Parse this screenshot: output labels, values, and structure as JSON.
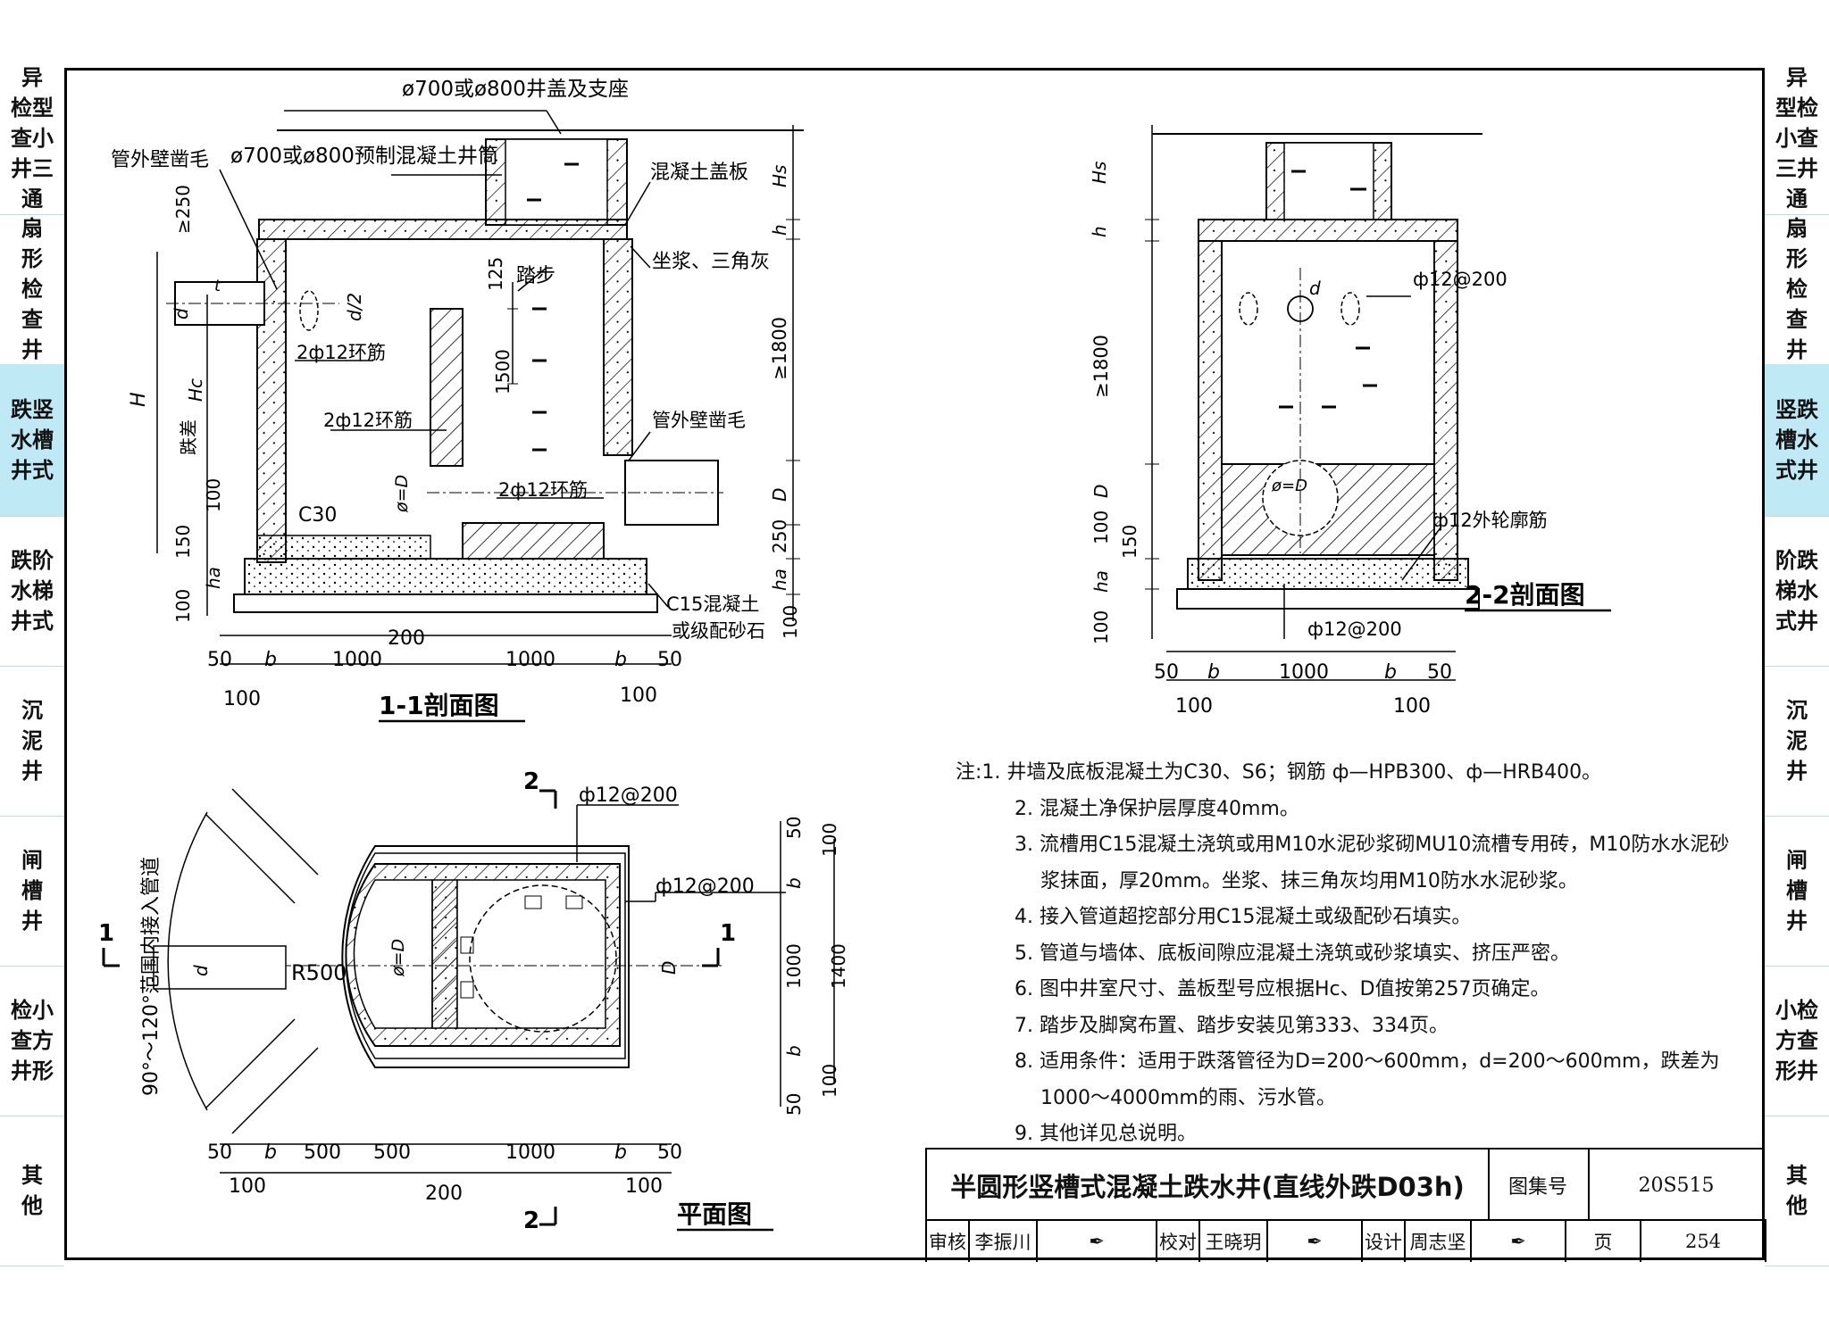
{
  "sidebar_left": [
    {
      "label": "异\n检型\n查小\n井三\n通",
      "active": false
    },
    {
      "label": "扇\n形\n检\n查\n井",
      "active": false
    },
    {
      "label": "跌竖\n水槽\n井式",
      "active": true
    },
    {
      "label": "跌阶\n水梯\n井式",
      "active": false
    },
    {
      "label": "沉\n泥\n井",
      "active": false
    },
    {
      "label": "闸\n槽\n井",
      "active": false
    },
    {
      "label": "检小\n查方\n井形",
      "active": false
    },
    {
      "label": "其\n他",
      "active": false
    }
  ],
  "sidebar_right": [
    {
      "label": "异\n型检\n小查\n三井\n通",
      "active": false
    },
    {
      "label": "扇\n形\n检\n查\n井",
      "active": false
    },
    {
      "label": "竖跌\n槽水\n式井",
      "active": true
    },
    {
      "label": "阶跌\n梯水\n式井",
      "active": false
    },
    {
      "label": "沉\n泥\n井",
      "active": false
    },
    {
      "label": "闸\n槽\n井",
      "active": false
    },
    {
      "label": "小检\n方查\n形井",
      "active": false
    },
    {
      "label": "其\n他",
      "active": false
    }
  ],
  "section_1_1": {
    "title": "1-1剖面图",
    "labels": {
      "cover": "ø700或ø800井盖及支座",
      "shaft": "ø700或ø800预制混凝土井筒",
      "chisel_left": "管外壁凿毛",
      "slab": "混凝土盖板",
      "step": "踏步",
      "mortar": "坐浆、三角灰",
      "ring1": "2ф12环筋",
      "ring2": "2ф12环筋",
      "ring3": "2ф12环筋",
      "chisel_right": "管外壁凿毛",
      "c30": "C30",
      "c15": "C15混凝土",
      "gravel": "或级配砂石",
      "H": "H",
      "drop": "跌差",
      "Hc": "Hc",
      "Hs": "Hs",
      "h": "h",
      "ha": "ha",
      "d": "d",
      "d2": "d/2",
      "phiD": "ø=D",
      "D": "D",
      "t": "t",
      "v250": "≥250",
      "v1800": "≥1800",
      "v125": "125",
      "v1500": "1500",
      "v100a": "100",
      "v150": "150",
      "v100b": "100",
      "v250b": "250",
      "v100c": "100"
    },
    "dims_top": [
      "50",
      "b",
      "1000",
      "200",
      "1000",
      "b",
      "50"
    ],
    "dims_bottom": [
      "100",
      "100"
    ]
  },
  "section_2_2": {
    "title": "2-2剖面图",
    "labels": {
      "Hs": "Hs",
      "h": "h",
      "v1800": "≥1800",
      "D": "D",
      "v100": "100",
      "v150": "150",
      "ha": "ha",
      "v100b": "100",
      "d": "d",
      "phiD": "ø=D",
      "rebar_top": "ф12@200",
      "rebar_outline": "ф12外轮廓筋",
      "rebar_bottom": "ф12@200"
    },
    "dims_top": [
      "50",
      "b",
      "1000",
      "b",
      "50"
    ],
    "dims_bottom": [
      "100",
      "100"
    ]
  },
  "plan": {
    "title": "平面图",
    "cut_2_top": "2",
    "cut_2_bottom": "2",
    "cut_1_left": "1",
    "cut_1_right": "1",
    "angle_note": "90°～120°范围内接入管道",
    "rebar1": "ф12@200",
    "rebar2": "ф12@200",
    "R": "R500",
    "d": "d",
    "phiD": "ø=D",
    "D": "D",
    "right_dims": [
      "50",
      "100",
      "b",
      "1000",
      "b",
      "100",
      "50"
    ],
    "right_total": "1400",
    "dims_top": [
      "50",
      "b",
      "500",
      "500",
      "1000",
      "b",
      "50"
    ],
    "dims_bottom": [
      "100",
      "200",
      "100"
    ]
  },
  "notes": {
    "head": "注:",
    "items": [
      "1. 井墙及底板混凝土为C30、S6；钢筋 ф—HPB300、ф—HRB400。",
      "2. 混凝土净保护层厚度40mm。",
      "3. 流槽用C15混凝土浇筑或用M10水泥砂浆砌MU10流槽专用砖，M10防水水泥砂",
      "浆抹面，厚20mm。坐浆、抹三角灰均用M10防水水泥砂浆。",
      "4. 接入管道超挖部分用C15混凝土或级配砂石填实。",
      "5. 管道与墙体、底板间隙应混凝土浇筑或砂浆填实、挤压严密。",
      "6. 图中井室尺寸、盖板型号应根据Hc、D值按第257页确定。",
      "7. 踏步及脚窝布置、踏步安装见第333、334页。",
      "8. 适用条件：适用于跌落管径为D=200～600mm，d=200～600mm，跌差为",
      "1000～4000mm的雨、污水管。",
      "9. 其他详见总说明。"
    ]
  },
  "title_block": {
    "title": "半圆形竖槽式混凝土跌水井(直线外跌D03h)",
    "atlas_label": "图集号",
    "atlas_no": "20S515",
    "review_label": "审核",
    "reviewer": "李振川",
    "check_label": "校对",
    "checker": "王晓玥",
    "design_label": "设计",
    "designer": "周志坚",
    "page_label": "页",
    "page_no": "254"
  }
}
